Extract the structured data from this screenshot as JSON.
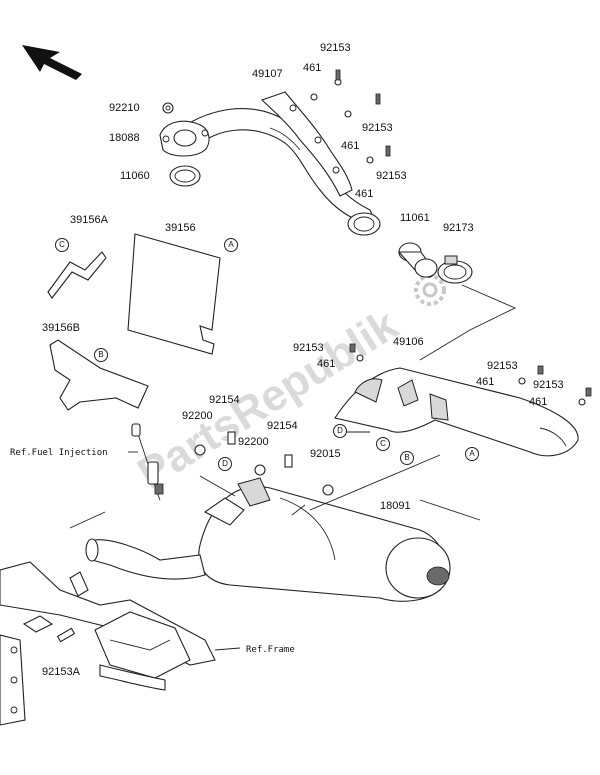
{
  "labels": {
    "p92153_top": "92153",
    "p461_a": "461",
    "p49107": "49107",
    "p92210": "92210",
    "p92153_b": "92153",
    "p18088": "18088",
    "p461_b": "461",
    "p92153_c": "92153",
    "p11060": "11060",
    "p461_c": "461",
    "p11061": "11061",
    "p92173": "92173",
    "p39156A": "39156A",
    "p39156": "39156",
    "p39156B": "39156B",
    "p92153_d": "92153",
    "p49106": "49106",
    "p461_d": "461",
    "p92153_e": "92153",
    "p461_e": "461",
    "p92153_f": "92153",
    "p461_f": "461",
    "p92154_a": "92154",
    "p92200_a": "92200",
    "p92200_b": "92200",
    "p92154_b": "92154",
    "p92015": "92015",
    "p18091": "18091",
    "p92153A": "92153A",
    "ref_fuel": "Ref.Fuel Injection",
    "ref_frame": "Ref.Frame"
  },
  "callouts": {
    "a": "A",
    "b": "B",
    "c": "C",
    "d": "D"
  },
  "watermark": "PartsRepublik",
  "icons": [
    "direction-arrow-icon",
    "gear-icon"
  ],
  "colors": {
    "line": "#222222",
    "background": "#ffffff",
    "watermark": "#cfcfcf"
  }
}
